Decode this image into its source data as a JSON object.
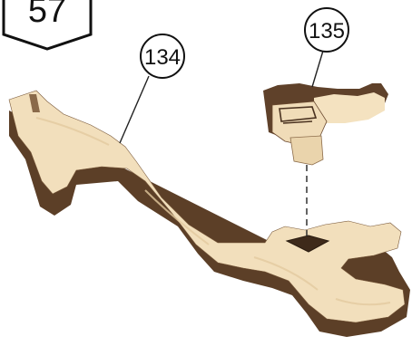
{
  "step_badge": {
    "number": "57"
  },
  "callouts": [
    {
      "id": "134"
    },
    {
      "id": "135"
    }
  ],
  "colors": {
    "wood_face": "#f0dcb8",
    "wood_face_light": "#f6e6c6",
    "wood_edge": "#6b4a30",
    "wood_edge_dark": "#4a321f",
    "line": "#222222"
  }
}
